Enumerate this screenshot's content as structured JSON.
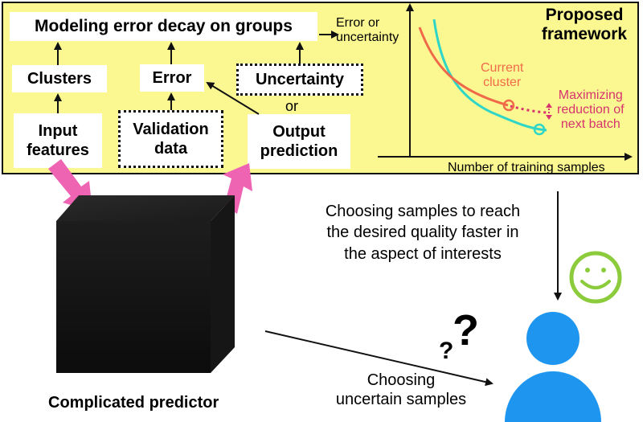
{
  "framework": {
    "title_line1": "Proposed",
    "title_line2": "framework",
    "modeling": "Modeling error decay on groups",
    "clusters": "Clusters",
    "error": "Error",
    "uncertainty": "Uncertainty",
    "or": "or",
    "input_features_l1": "Input",
    "input_features_l2": "features",
    "validation_data_l1": "Validation",
    "validation_data_l2": "data",
    "output_prediction_l1": "Output",
    "output_prediction_l2": "prediction"
  },
  "graph": {
    "y_label_l1": "Error or",
    "y_label_l2": "uncertainty",
    "x_label": "Number of training samples",
    "current_cluster_l1": "Current",
    "current_cluster_l2": "cluster",
    "maximizing_l1": "Maximizing",
    "maximizing_l2": "reduction of",
    "maximizing_l3": "next batch",
    "colors": {
      "orange": "#f06a4a",
      "cyan": "#2fd6c8",
      "magenta": "#d6336f"
    }
  },
  "lower": {
    "choosing_quality_l1": "Choosing samples to reach",
    "choosing_quality_l2": "the desired quality faster in",
    "choosing_quality_l3": "the aspect of interests",
    "predictor_label": "Complicated predictor",
    "choosing_uncertain_l1": "Choosing",
    "choosing_uncertain_l2": "uncertain samples",
    "question_marks": "?",
    "colors": {
      "pink_arrow": "#ef63b3",
      "user": "#1e96f0",
      "smiley": "#8ccc3c"
    }
  }
}
